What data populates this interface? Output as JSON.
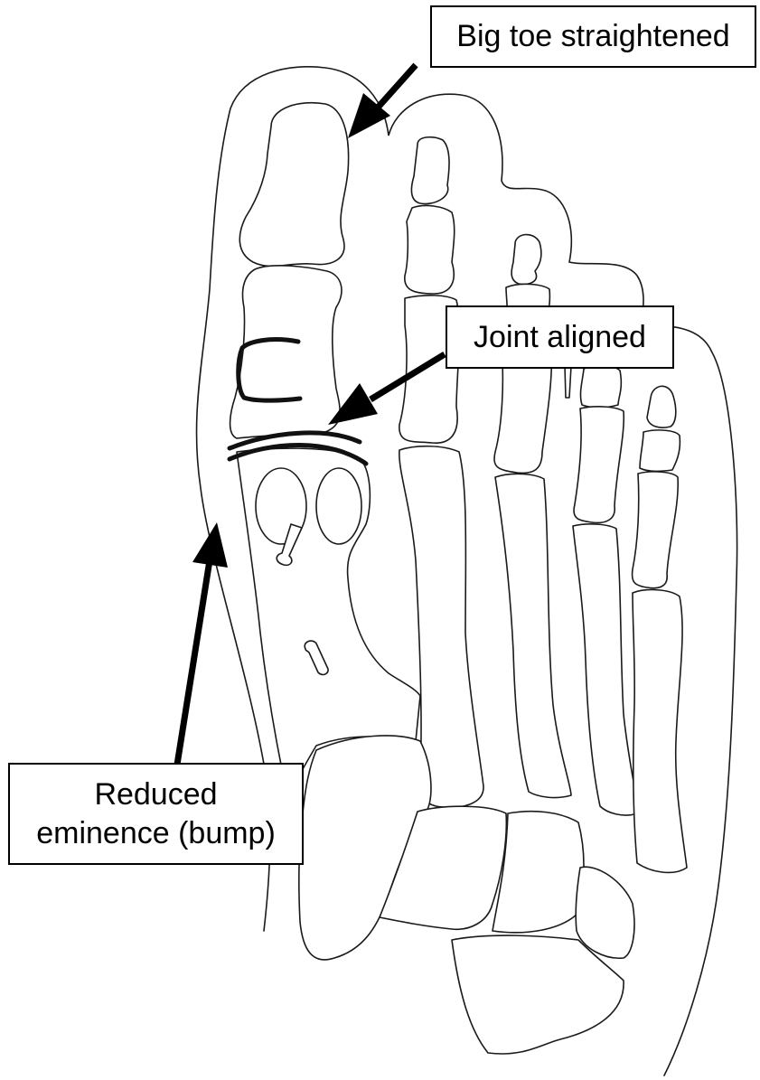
{
  "callouts": {
    "big_toe": "Big toe straightened",
    "joint": "Joint aligned",
    "eminence_line1": "Reduced",
    "eminence_line2": "eminence (bump)"
  },
  "colors": {
    "line": "#1a1a1a",
    "arrow": "#000000",
    "background": "#ffffff"
  }
}
